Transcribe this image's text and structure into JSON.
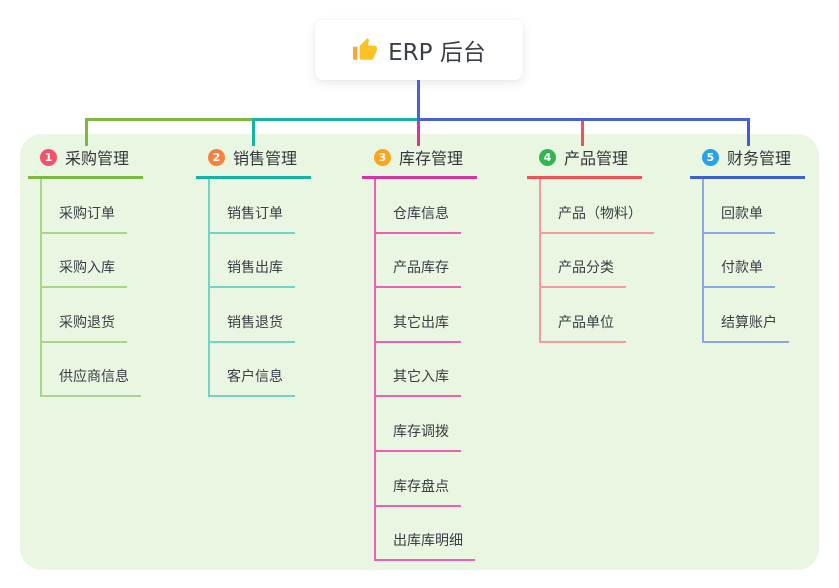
{
  "canvas": {
    "background": "#ffffff",
    "panel_background": "#e9f6e2"
  },
  "root": {
    "title": "ERP 后台",
    "icon": "thumbs-up-icon",
    "connector_color": "#4961d2"
  },
  "branches": [
    {
      "badge": "1",
      "label": "采购管理",
      "badge_color": "#f4516c",
      "color": "#7db843",
      "child_color": "#a9d489",
      "children": [
        {
          "label": "采购订单"
        },
        {
          "label": "采购入库"
        },
        {
          "label": "采购退货"
        },
        {
          "label": "供应商信息"
        }
      ]
    },
    {
      "badge": "2",
      "label": "销售管理",
      "badge_color": "#f8823d",
      "color": "#16b3a5",
      "child_color": "#74d2c4",
      "children": [
        {
          "label": "销售订单"
        },
        {
          "label": "销售出库"
        },
        {
          "label": "销售退货"
        },
        {
          "label": "客户信息"
        }
      ]
    },
    {
      "badge": "3",
      "label": "库存管理",
      "badge_color": "#fba41d",
      "color": "#d6359e",
      "child_color": "#ec62b5",
      "children": [
        {
          "label": "仓库信息"
        },
        {
          "label": "产品库存"
        },
        {
          "label": "其它出库"
        },
        {
          "label": "其它入库"
        },
        {
          "label": "库存调拨"
        },
        {
          "label": "库存盘点"
        },
        {
          "label": "出库库明细"
        }
      ]
    },
    {
      "badge": "4",
      "label": "产品管理",
      "badge_color": "#2eb84f",
      "color": "#f15158",
      "child_color": "#f79b9e",
      "children": [
        {
          "label": "产品（物料）"
        },
        {
          "label": "产品分类"
        },
        {
          "label": "产品单位"
        }
      ]
    },
    {
      "badge": "5",
      "label": "财务管理",
      "badge_color": "#27a3e8",
      "color": "#3e5fd0",
      "child_color": "#8ca6e2",
      "children": [
        {
          "label": "回款单"
        },
        {
          "label": "付款单"
        },
        {
          "label": "结算账户"
        }
      ]
    }
  ]
}
